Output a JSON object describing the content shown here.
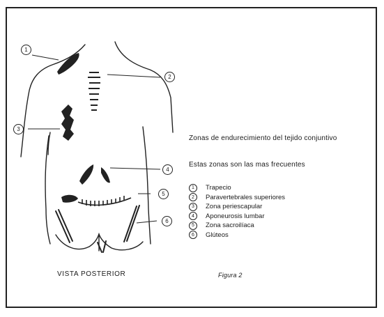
{
  "description_line1": "Zonas de endurecimiento del tejido conjuntivo",
  "description_line2": "Estas zonas son las mas frecuentes",
  "legend": [
    {
      "num": "1",
      "label": "Trapecio"
    },
    {
      "num": "2",
      "label": "Paravertebrales superiores"
    },
    {
      "num": "3",
      "label": "Zona periescapular"
    },
    {
      "num": "4",
      "label": "Aponeurosis lumbar"
    },
    {
      "num": "5",
      "label": "Zona sacroilíaca"
    },
    {
      "num": "6",
      "label": "Glúteos"
    }
  ],
  "caption": "VISTA POSTERIOR",
  "figure_label": "Figura 2"
}
